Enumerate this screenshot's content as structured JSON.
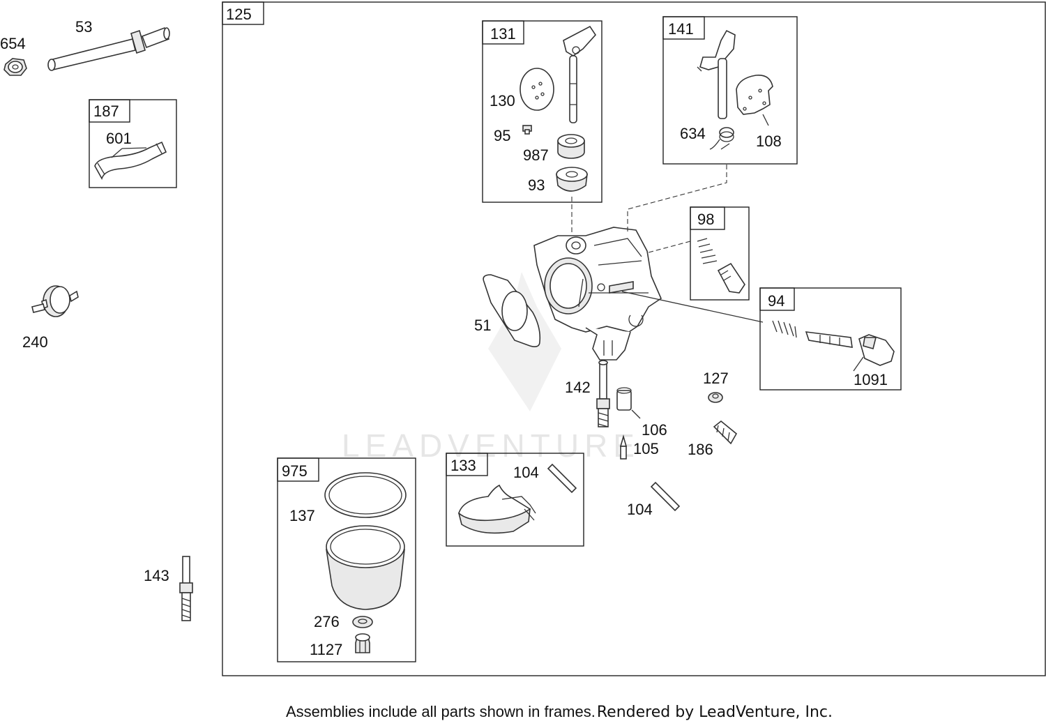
{
  "diagram": {
    "watermark": "LEADVENTURE",
    "frames": {
      "f125": "125",
      "f131": "131",
      "f141": "141",
      "f187": "187",
      "f98": "98",
      "f94": "94",
      "f975": "975",
      "f133": "133"
    },
    "callouts": {
      "c654": "654",
      "c53": "53",
      "c601": "601",
      "c240": "240",
      "c143": "143",
      "c130": "130",
      "c95": "95",
      "c987": "987",
      "c93": "93",
      "c634": "634",
      "c108": "108",
      "c51": "51",
      "c142": "142",
      "c127": "127",
      "c106": "106",
      "c105": "105",
      "c186": "186",
      "c1091": "1091",
      "c137": "137",
      "c276": "276",
      "c1127": "1127",
      "c104a": "104",
      "c104b": "104"
    }
  },
  "footer": {
    "note": "Assemblies include all parts shown in frames.",
    "rendered_by": "Rendered by LeadVenture, Inc."
  }
}
